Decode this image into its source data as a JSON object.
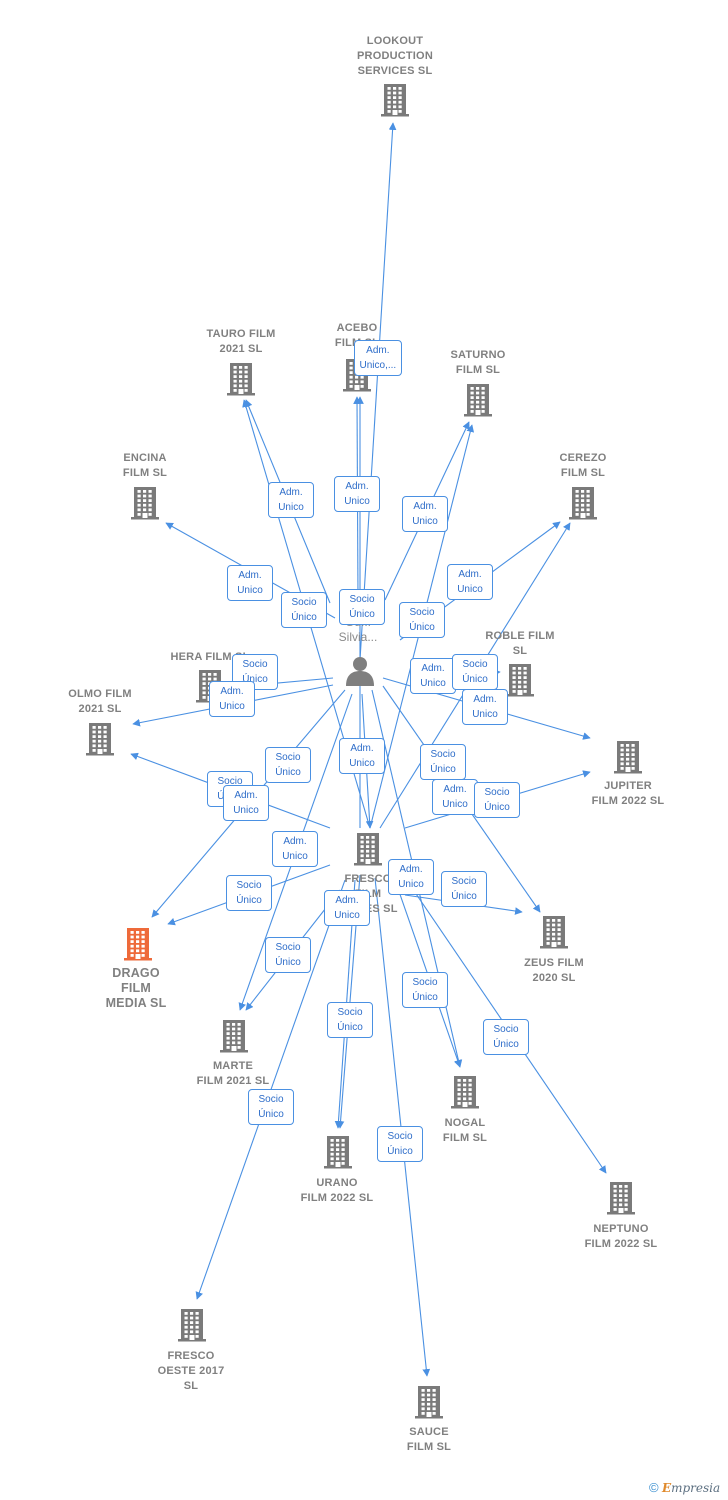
{
  "colors": {
    "edge": "#4a90e2",
    "building": "#7a7a7a",
    "highlight": "#ee6a3a",
    "person": "#7f7f7f"
  },
  "person": {
    "name": "Gu...\nSilvia..."
  },
  "companies": {
    "lookout": "LOOKOUT\nPRODUCTION\nSERVICES SL",
    "tauro": "TAURO FILM\n2021  SL",
    "acebo": "ACEBO\nFILM  SL",
    "saturno": "SATURNO\nFILM  SL",
    "encina": "ENCINA\nFILM  SL",
    "cerezo": "CEREZO\nFILM  SL",
    "hera": "HERA FILM  SL",
    "roble": "ROBLE FILM\nSL",
    "olmo": "OLMO FILM\n2021  SL",
    "jupiter": "JUPITER\nFILM 2022  SL",
    "fresco": "FRESCO\nFILM\nSERIES SL",
    "drago": "DRAGO\nFILM\nMEDIA  SL",
    "zeus": "ZEUS FILM\n2020  SL",
    "marte": "MARTE\nFILM 2021  SL",
    "nogal": "NOGAL\nFILM  SL",
    "urano": "URANO\nFILM 2022  SL",
    "neptuno": "NEPTUNO\nFILM 2022  SL",
    "fresco_oeste": "FRESCO\nOESTE 2017\nSL",
    "sauce": "SAUCE\nFILM  SL"
  },
  "relations": {
    "adm_unico_top": "Adm.\nUnico,...",
    "adm_unico_tauro": "Adm.\nUnico",
    "adm_unico_acebo": "Adm.\nUnico",
    "adm_unico_saturno": "Adm.\nUnico",
    "adm_unico_encina": "Adm.\nUnico",
    "adm_unico_cerezo": "Adm.\nUnico",
    "socio_unico_tauro": "Socio\nÚnico",
    "socio_unico_acebo": "Socio\nÚnico",
    "socio_unico_saturno": "Socio\nÚnico",
    "socio_unico_hera": "Socio\nÚnico",
    "adm_unico_hera": "Adm.\nUnico",
    "adm_unico_roble": "Adm.\nUnico",
    "socio_unico_roble": "Socio\nÚnico",
    "adm_unico_jupiter": "Adm.\nUnico",
    "adm_unico_fresco": "Adm.\nUnico",
    "socio_unico_olmo": "Socio\nÚnico",
    "socio_unico_left": "Socio\nÚnico",
    "adm_unico_olmo": "Adm.\nUnico",
    "socio_unico_cerezo": "Socio\nÚnico",
    "adm_unico_zeus": "Adm.\nUnico",
    "socio_unico_jupiter": "Socio\nÚnico",
    "adm_unico_marte": "Adm.\nUnico",
    "socio_unico_drago": "Socio\nÚnico",
    "adm_unico_nogal": "Adm.\nUnico",
    "socio_unico_zeus": "Socio\nÚnico",
    "adm_unico_urano": "Adm.\nUnico",
    "socio_unico_marte": "Socio\nÚnico",
    "socio_unico_urano": "Socio\nÚnico",
    "socio_unico_nogal": "Socio\nÚnico",
    "socio_unico_neptuno": "Socio\nÚnico",
    "socio_unico_fresco_oeste": "Socio\nÚnico",
    "socio_unico_sauce": "Socio\nÚnico"
  },
  "footer": {
    "copyright": "©",
    "brand_initial": "E",
    "brand_rest": "mpresia"
  }
}
